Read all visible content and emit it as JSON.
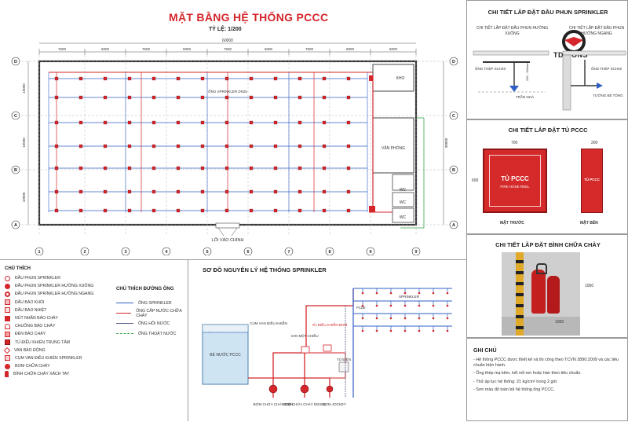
{
  "plan": {
    "title": "MẶT BẰNG HỆ THỐNG PCCC",
    "scale": "TỶ LỆ: 1/200",
    "total_dim": "60000",
    "top_dims": [
      "7500",
      "6000",
      "7500",
      "6000",
      "7500",
      "6000",
      "7500",
      "6000",
      "6000"
    ],
    "col_labels": [
      "1",
      "2",
      "3",
      "4",
      "5",
      "6",
      "7",
      "8",
      "9",
      "9"
    ],
    "row_labels": [
      "D",
      "C",
      "B",
      "A"
    ],
    "side_dims": [
      "10000",
      "10000",
      "10000"
    ],
    "side_total": "30000",
    "rooms": {
      "kho": "KHO",
      "van_phong": "VĂN PHÒNG",
      "wc": "WC",
      "entrance": "LỐI VÀO CHÍNH",
      "pipe_label": "ỐNG SPRINKLER DN25"
    }
  },
  "legend": {
    "title": "CHÚ THÍCH",
    "items": [
      "ĐẦU PHUN SPRINKLER",
      "ĐẦU PHUN SPRINKLER HƯỚNG XUỐNG",
      "ĐẦU PHUN SPRINKLER HƯỚNG NGANG",
      "ĐẦU BÁO KHÓI",
      "ĐẦU BÁO NHIỆT",
      "NÚT NHẤN BÁO CHÁY",
      "CHUÔNG BÁO CHÁY",
      "ĐÈN BÁO CHÁY",
      "TỦ ĐIỀU KHIỂN TRUNG TÂM",
      "VAN BÁO ĐỘNG",
      "CỤM VAN ĐIỀU KHIỂN SPRINKLER",
      "BƠM CHỮA CHÁY",
      "BÌNH CHỮA CHÁY XÁCH TAY"
    ]
  },
  "pipe_legend": {
    "title": "CHÚ THÍCH ĐƯỜNG ỐNG",
    "items": [
      {
        "label": "ỐNG SPRINKLER",
        "color": "#2f5fc4"
      },
      {
        "label": "ỐNG CẤP NƯỚC CHỮA CHÁY",
        "color": "#d4262b"
      },
      {
        "label": "ỐNG HỒI NƯỚC",
        "color": "#555b8a"
      },
      {
        "label": "ỐNG THOÁT NƯỚC",
        "color": "#3aa34a"
      }
    ]
  },
  "schematic": {
    "title": "SƠ ĐỒ NGUYÊN LÝ HỆ THỐNG SPRINKLER",
    "tank": "BỂ NƯỚC PCCC",
    "valve_set": "CỤM VAN ĐIỀU KHIỂN",
    "one_way": "VAN MỘT CHIỀU",
    "control_cab": "TỦ ĐIỀU KHIỂN BƠM",
    "gauge_cab": "TỦ ĐIỆN",
    "sprinkler": "SPRINKLER",
    "pump_elec": "BƠM CHỮA CHÁY ĐIỆN",
    "pump_diesel": "BƠM CHỮA CHÁY DIESEL",
    "pump_jockey": "BƠM JOCKEY",
    "pcde": "PCDE"
  },
  "sprinkler_detail": {
    "title": "CHI TIẾT LẮP ĐẶT ĐẦU PHUN SPRINKLER",
    "down": "CHI TIẾT LẮP ĐẶT ĐẦU PHUN HƯỚNG XUỐNG",
    "horiz": "CHI TIẾT LẮP ĐẶT ĐẦU PHUN HƯỚNG NGANG",
    "pipe1": "ỐNG THÉP SCH40",
    "pipe2": "ỐNG THÉP SCH40",
    "ceiling": "TRẦN NHÀ",
    "wall": "TƯỜNG BÊ TÔNG",
    "dim": "200 - 300mm",
    "logo": "TDICONS"
  },
  "cabinet_detail": {
    "title": "CHI TIẾT LẮP ĐẶT TỦ PCCC",
    "w_front": "700",
    "w_side": "200",
    "h": "600",
    "label": "TỦ PCCC",
    "sub": "FIRE HOSE REEL",
    "front": "MẶT TRƯỚC",
    "side": "MẶT BÊN"
  },
  "extinguisher_detail": {
    "title": "CHI TIẾT LẮP ĐẶT BÌNH CHỮA CHÁY",
    "h": "1000",
    "w": "1000"
  },
  "notes": {
    "title": "GHI CHÚ",
    "items": [
      "- Hệ thống PCCC được thiết kế và thi công theo TCVN 3890:2009 và các tiêu chuẩn hiện hành.",
      "- Ống thép mạ kẽm, kết nối ren hoặc hàn theo tiêu chuẩn.",
      "- Thử áp lực hệ thống: 21 kg/cm² trong 2 giờ.",
      "- Sơn màu đỏ toàn bộ hệ thống ống PCCC."
    ]
  }
}
